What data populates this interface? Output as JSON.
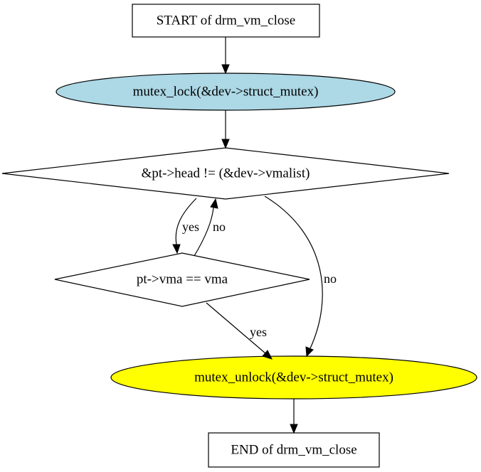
{
  "nodes": {
    "start": {
      "label": "START of drm_vm_close",
      "shape": "box",
      "fill": "#ffffff"
    },
    "lock": {
      "label": "mutex_lock(&dev->struct_mutex)",
      "shape": "ellipse",
      "fill": "#add8e6"
    },
    "loop_cond": {
      "label": "&pt->head != (&dev->vmalist)",
      "shape": "diamond",
      "fill": "#ffffff"
    },
    "vma_cond": {
      "label": "pt->vma == vma",
      "shape": "diamond",
      "fill": "#ffffff"
    },
    "unlock": {
      "label": "mutex_unlock(&dev->struct_mutex)",
      "shape": "ellipse",
      "fill": "#ffff00"
    },
    "end": {
      "label": "END of drm_vm_close",
      "shape": "box",
      "fill": "#ffffff"
    }
  },
  "edges": {
    "start_to_lock": {
      "label": ""
    },
    "lock_to_loop": {
      "label": ""
    },
    "loop_yes": {
      "label": "yes"
    },
    "vma_no": {
      "label": "no"
    },
    "loop_no": {
      "label": "no"
    },
    "vma_yes": {
      "label": "yes"
    },
    "unlock_to_end": {
      "label": ""
    }
  }
}
